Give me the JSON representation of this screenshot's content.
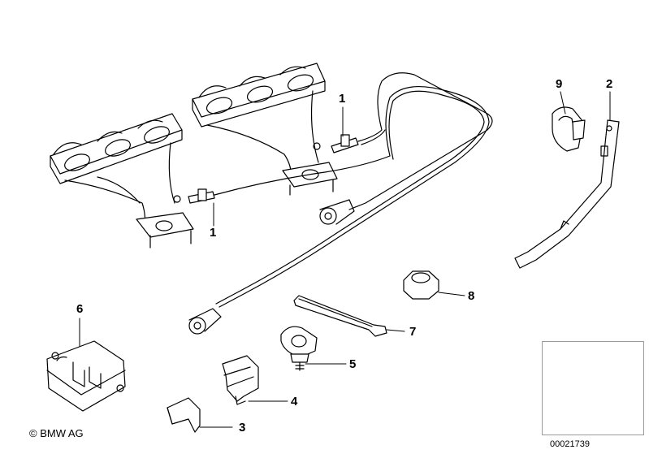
{
  "callouts": {
    "c1a": "1",
    "c1b": "1",
    "c2": "2",
    "c3": "3",
    "c4": "4",
    "c5": "5",
    "c6": "6",
    "c7": "7",
    "c8": "8",
    "c9": "9"
  },
  "footer": {
    "copyright": "© BMW AG",
    "doc_number": "00021739"
  }
}
